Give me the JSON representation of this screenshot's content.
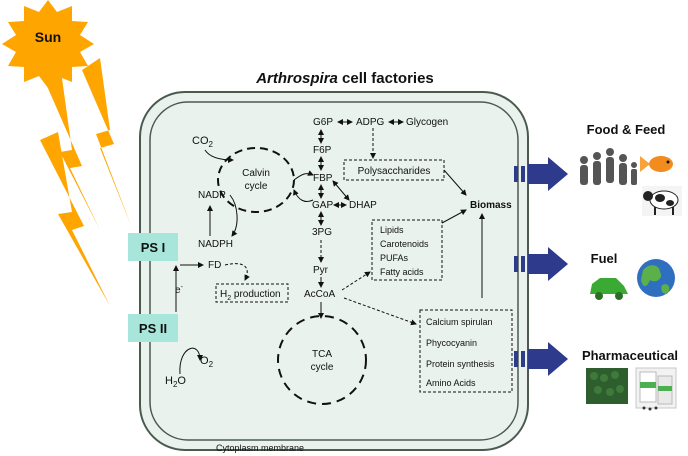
{
  "title_italic": "Arthrospira",
  "title_rest": " cell factories",
  "sun": "Sun",
  "photosystems": {
    "ps1": "PS I",
    "ps2": "PS II"
  },
  "electron": "e",
  "electron_sup": "-",
  "water": {
    "h": "H",
    "sub": "2",
    "o": "O"
  },
  "oxygen": {
    "o": "O",
    "sub": "2"
  },
  "co2": {
    "co": "CO",
    "sub": "2"
  },
  "nadp": "NADP",
  "nadph": "NADPH",
  "fd": "FD",
  "h2_production": {
    "h": "H",
    "sub": "2",
    "rest": " production"
  },
  "calvin_cycle": [
    "Calvin",
    "cycle"
  ],
  "tca_cycle": [
    "TCA",
    "cycle"
  ],
  "metabolites": {
    "g6p": "G6P",
    "adpg": "ADPG",
    "glycogen": "Glycogen",
    "f6p": "F6P",
    "fbp": "FBP",
    "gap": "GAP",
    "dhap": "DHAP",
    "pg3": "3PG",
    "pyr": "Pyr",
    "acoa": "AcCoA"
  },
  "polysaccharides": "Polysaccharides",
  "biomass": "Biomass",
  "lipids_box": [
    "Lipids",
    "Carotenoids",
    "PUFAs",
    "Fatty acids"
  ],
  "calcium_box": [
    "Calcium spirulan",
    "Phycocyanin",
    "Protein synthesis",
    "Amino Acids"
  ],
  "membrane": "Cytoplasm membrane",
  "outputs": {
    "food": "Food & Feed",
    "fuel": "Fuel",
    "pharma": "Pharmaceutical"
  },
  "colors": {
    "sun": "#FFA500",
    "ps_box": "#A8E6DC",
    "cell_fill": "#E9F2EC",
    "cell_stroke": "#4A5A4E",
    "arrow_blue": "#2E3A8C"
  }
}
